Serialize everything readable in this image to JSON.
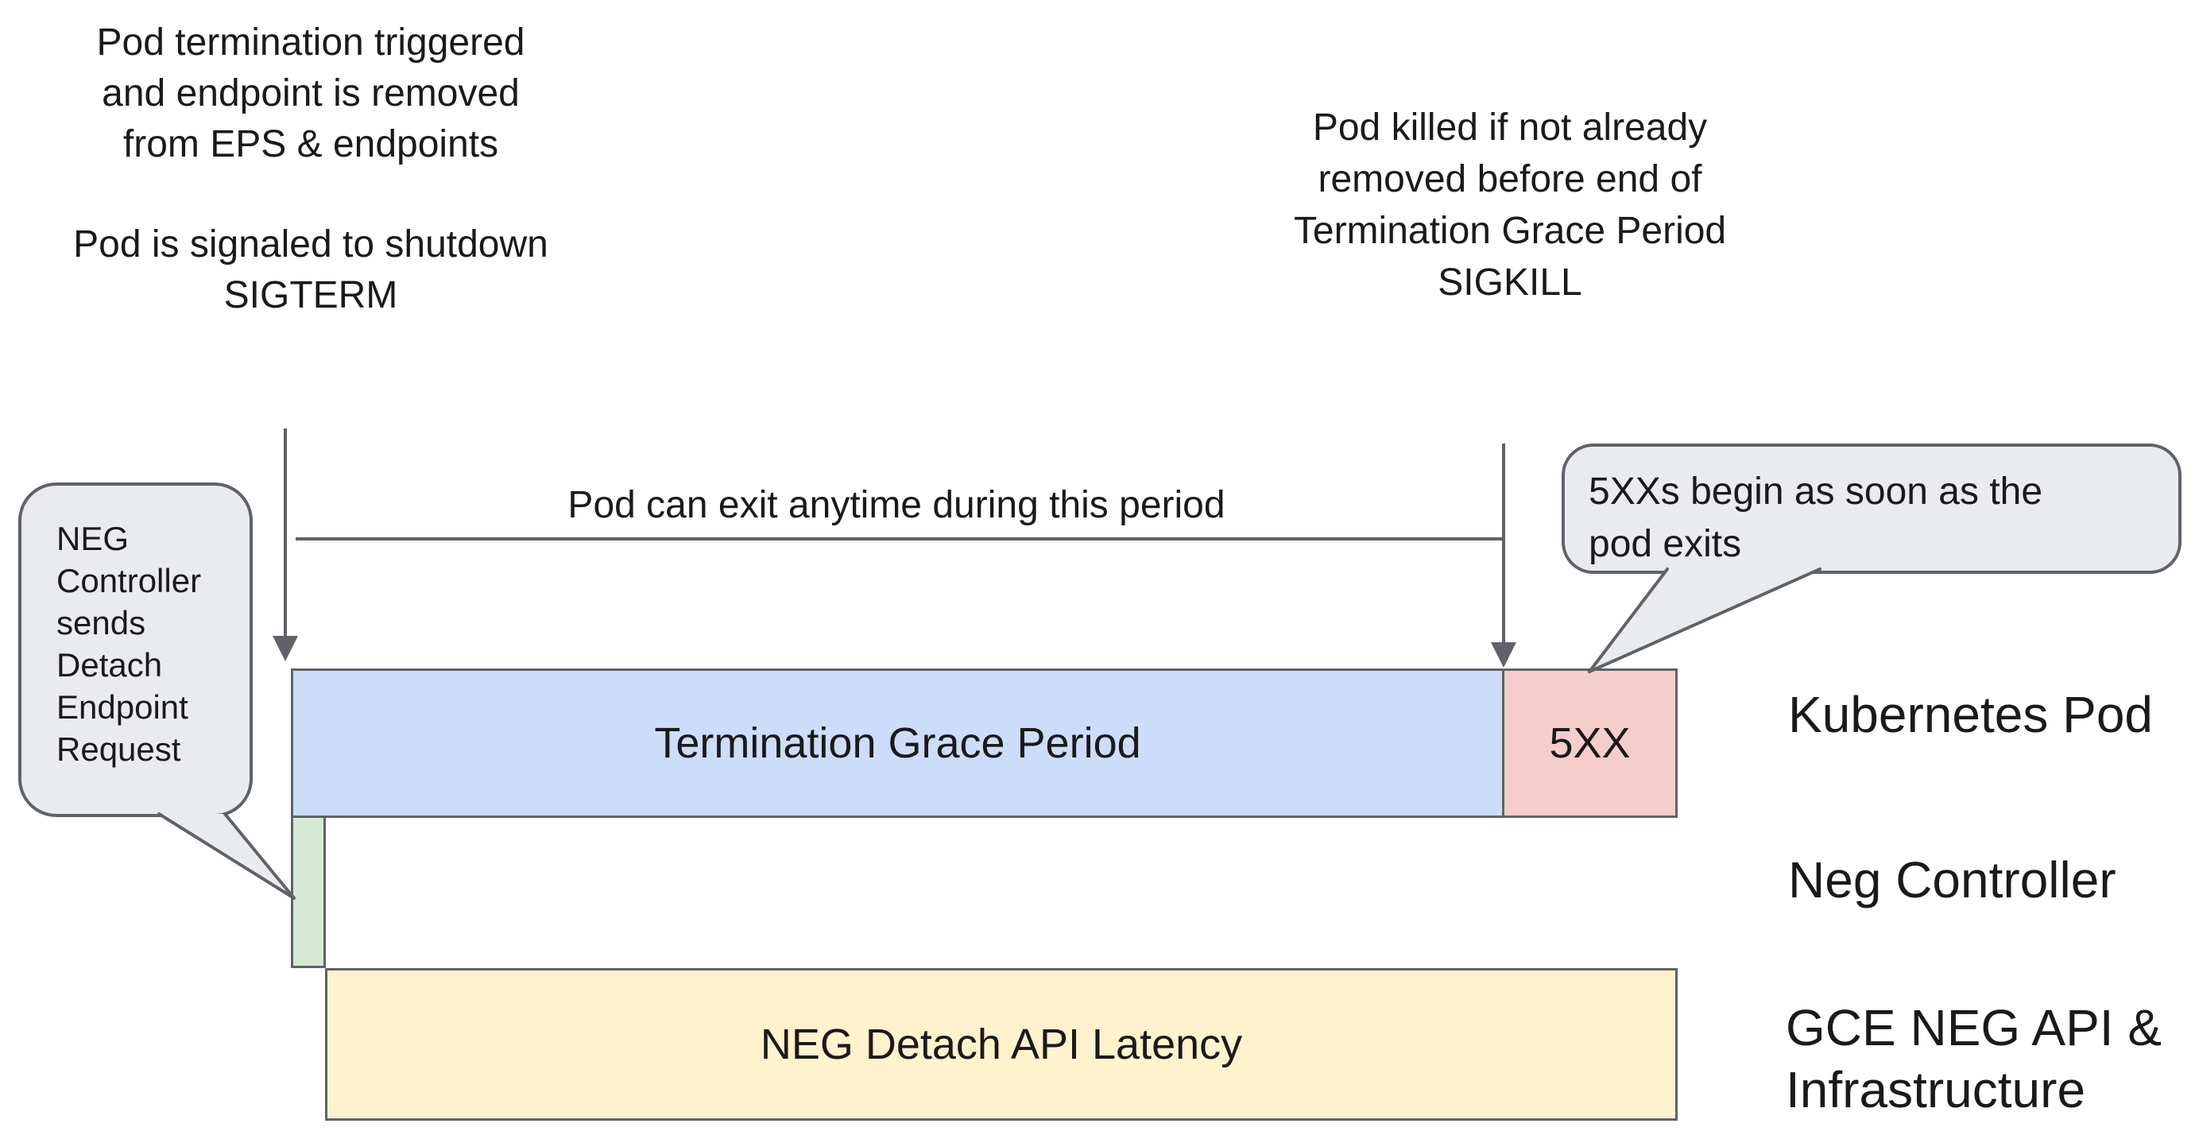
{
  "colors": {
    "background": "#ffffff",
    "text": "#1a1a1a",
    "line": "#5f6368",
    "bar_border": "#5f6368",
    "bubble_fill": "#e9ebee",
    "bubble_border": "#5f6368",
    "grace_fill": "#cddcf8",
    "errors_fill": "#f5cdcb",
    "detach_fill": "#d6e9d2",
    "latency_fill": "#fff2cc"
  },
  "annotations": {
    "top_left": {
      "para1": [
        "Pod termination triggered",
        "and endpoint is removed",
        "from EPS & endpoints"
      ],
      "para2": [
        "Pod is signaled to shutdown",
        "SIGTERM"
      ]
    },
    "top_right": {
      "lines": [
        "Pod killed if not already",
        "removed before end of",
        "Termination Grace Period",
        "SIGKILL"
      ]
    },
    "timeline_note": "Pod can exit anytime during this period"
  },
  "callouts": {
    "left": {
      "lines": [
        "NEG",
        "Controller",
        "sends",
        "Detach",
        "Endpoint",
        "Request"
      ]
    },
    "right": {
      "lines": [
        "5XXs begin as soon as the",
        "pod exits"
      ]
    }
  },
  "bars": {
    "grace_label": "Termination Grace Period",
    "errors_label": "5XX",
    "latency_label": "NEG Detach API Latency"
  },
  "row_labels": {
    "kubernetes_pod": "Kubernetes Pod",
    "neg_controller": "Neg Controller",
    "gce_line1": "GCE NEG API &",
    "gce_line2": "Infrastructure"
  }
}
